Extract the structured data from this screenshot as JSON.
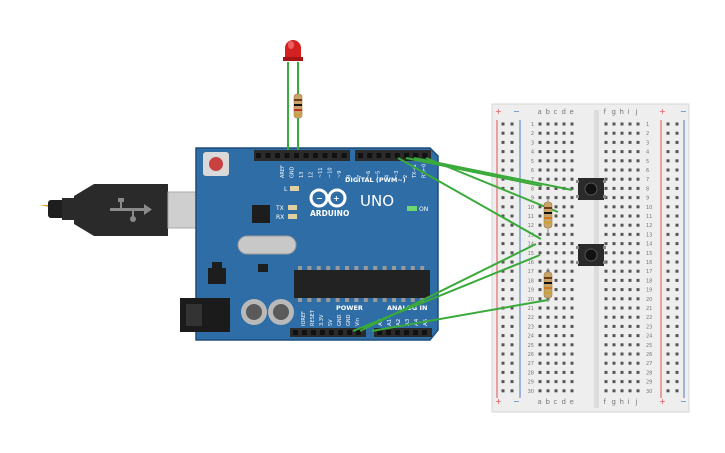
{
  "board": {
    "brand": "ARDUINO",
    "model": "UNO",
    "logo": "infinity-logo-icon",
    "digital_header_label": "DIGITAL (PWM~)",
    "power_header_label": "POWER",
    "analog_header_label": "ANALOG IN",
    "led_l_label": "L",
    "tx_label": "TX",
    "rx_label": "RX",
    "on_label": "ON",
    "digital_pins_left": [
      "AREF",
      "GND",
      "13",
      "12",
      "~11",
      "~10",
      "~9",
      "8"
    ],
    "digital_pins_right": [
      "7",
      "~6",
      "~5",
      "4",
      "~3",
      "2",
      "TX→1",
      "RX←0"
    ],
    "power_pins": [
      "IOREF",
      "RESET",
      "3.3V",
      "5V",
      "GND",
      "GND",
      "Vin"
    ],
    "analog_pins": [
      "A0",
      "A1",
      "A2",
      "A3",
      "A4",
      "A5"
    ],
    "colors": {
      "pcb": "#2f6da6",
      "pcb_dark": "#1f4d7a",
      "header": "#2b2b2b",
      "chip": "#222222"
    }
  },
  "breadboard": {
    "column_letters_left": [
      "a",
      "b",
      "c",
      "d",
      "e"
    ],
    "column_letters_right": [
      "f",
      "g",
      "h",
      "i",
      "j"
    ],
    "row_numbers": [
      "1",
      "2",
      "3",
      "4",
      "5",
      "6",
      "7",
      "8",
      "9",
      "10",
      "11",
      "12",
      "13",
      "14",
      "15",
      "16",
      "17",
      "18",
      "19",
      "20",
      "21",
      "22",
      "23",
      "24",
      "25",
      "26",
      "27",
      "28",
      "29",
      "30"
    ],
    "plus_label": "+",
    "minus_label": "−",
    "colors": {
      "body": "#eeeeee",
      "rail_red": "#e05050",
      "rail_blue": "#4a78c8",
      "hole": "#555555"
    }
  },
  "wiring": {
    "wire_color": "#3aaa3a",
    "led_color": "#d42020",
    "resistor_color": "#c8a468"
  }
}
